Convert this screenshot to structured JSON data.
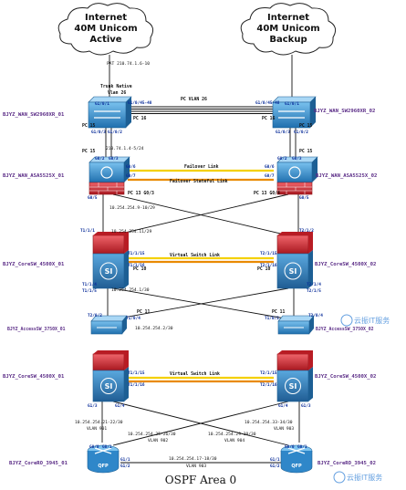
{
  "clouds": {
    "left": {
      "line1": "Internet",
      "line2": "40M Unicom",
      "line3": "Active"
    },
    "right": {
      "line1": "Internet",
      "line2": "40M Unicom",
      "line3": "Backup"
    }
  },
  "labels": {
    "pat": "PAT 210.74.1.6-10",
    "trunk_native": "Trunk Native",
    "vlan26_a": "Vlan 26",
    "pc_vlan26": "PC VLAN 26",
    "pc16_left": "PC 16",
    "pc16_right": "PC 16",
    "pc15_left_top": "PC 15",
    "pc15_right_top": "PC 15",
    "pc15_left_mid": "PC 15",
    "pc15_right_mid": "PC 15",
    "fw_subnet": "210.74.1.4-5/24",
    "failover_link": "Failover Link",
    "failover_stateful": "Failover Stateful Link",
    "pc13_left": "PC 13 G0/3",
    "pc13_right": "PC 13 G0/4",
    "ip_9_10": "10.254.254.9-10/29",
    "ip_11": "10.254.254.11/29",
    "virtual_switch_link_top": "Virtual Switch Link",
    "pc10_left": "PC 10",
    "pc10_right": "PC 10",
    "ip_1_30": "10.254.254.1/30",
    "ip_2_30": "10.254.254.2/30",
    "pc11_left": "PC 11",
    "pc11_right": "PC 11",
    "virtual_switch_link_bot": "Virtual Switch Link",
    "ip_21_22": "10.254.254.21-22/30",
    "vlan901": "VLAN 901",
    "ip_25_26": "10.254.254.25-26/30",
    "vlan902": "VLAN 902",
    "ip_29_30": "10.254.254.29-30/30",
    "vlan904": "VLAN 904",
    "ip_33_34": "10.254.254.33-34/30",
    "vlan903_a": "VLAN 903",
    "ip_17_18": "10.254.254.17-18/30",
    "vlan903_b": "VLAN 903",
    "ospf": "OSPF Area 0"
  },
  "devices": {
    "wan_sw_01": "BJYZ_WAN_SW2960XR_01",
    "wan_sw_02": "BJYZ_WAN_SW2960XR_02",
    "asa_01": "BJYZ_WAN_ASA5525X_01",
    "asa_02": "BJYZ_WAN_ASA5525X_02",
    "core_01": "BJYZ_CoreSW_4500X_01",
    "core_02": "BJYZ_CoreSW_4500X_02",
    "access_01": "BJYZ_AccessSW_3750X_01",
    "access_02": "BJYZ_AccessSW_3750X_02",
    "core_b_01": "BJYZ_CoreSW_4500X_01",
    "core_b_02": "BJYZ_CoreSW_4500X_02",
    "router_01": "BJYZ_CoreRO_3945_01",
    "router_02": "BJYZ_CoreRO_3945_02",
    "qfp": "QFP"
  },
  "ports": {
    "g101_l": "G1/0/1",
    "g101_r": "G1/0/1",
    "g1045_l": "G1/0/45-48",
    "g1045_r": "G1/0/45-48",
    "g103_l": "G1/0/3",
    "g102_l": "G1/0/2",
    "g103_r": "G1/0/3",
    "g102_r": "G1/0/2",
    "g02_l": "G0/2",
    "g03_l": "G0/3",
    "g02_r": "G0/2",
    "g03_r": "G0/3",
    "g06_l": "G0/6",
    "g07_l": "G0/7",
    "g06_r": "G0/6",
    "g07_r": "G0/7",
    "g05_l": "G0/5",
    "g05_r": "G0/5",
    "t111_l": "T1/1/1",
    "t112_r": "T2/1/2",
    "t1115_l": "T1/1/15",
    "t1116_l": "T1/1/16",
    "t1115_r": "T2/1/15",
    "t1116_r": "T2/1/16",
    "t114_l": "T1/1/4",
    "t115_l": "T1/1/5",
    "t214_r": "T2/1/4",
    "t215_r": "T2/1/5",
    "t202_l": "T2/0/2",
    "t104_l": "T1/0/4",
    "t102_r": "T1/0/2",
    "t204_r": "T2/0/4",
    "bt1115_l": "T1/1/15",
    "bt1116_l": "T1/1/16",
    "bt2115_r": "T2/1/15",
    "bt2116_r": "T2/1/16",
    "g13_l": "G1/3",
    "g14_l": "G1/4",
    "g13_r": "G1/3",
    "g14_r": "G1/4",
    "g00_l": "G0/0",
    "g01_l": "G0/1",
    "g11_l": "G1/1",
    "g12_l": "G1/2",
    "g00_r": "G0/0",
    "g01_r": "G0/1",
    "g11_r": "G1/1",
    "g12_r": "G1/2"
  },
  "watermarks": {
    "top": "云振IT服务",
    "bottom": "云振IT服务"
  },
  "colors": {
    "link": "#111111",
    "vsl_yellow": "#f4d000",
    "vsl_orange": "#e98a00",
    "device_blue": "#2f87c9",
    "device_red": "#d9262e",
    "label_purple": "#5a2b86"
  }
}
